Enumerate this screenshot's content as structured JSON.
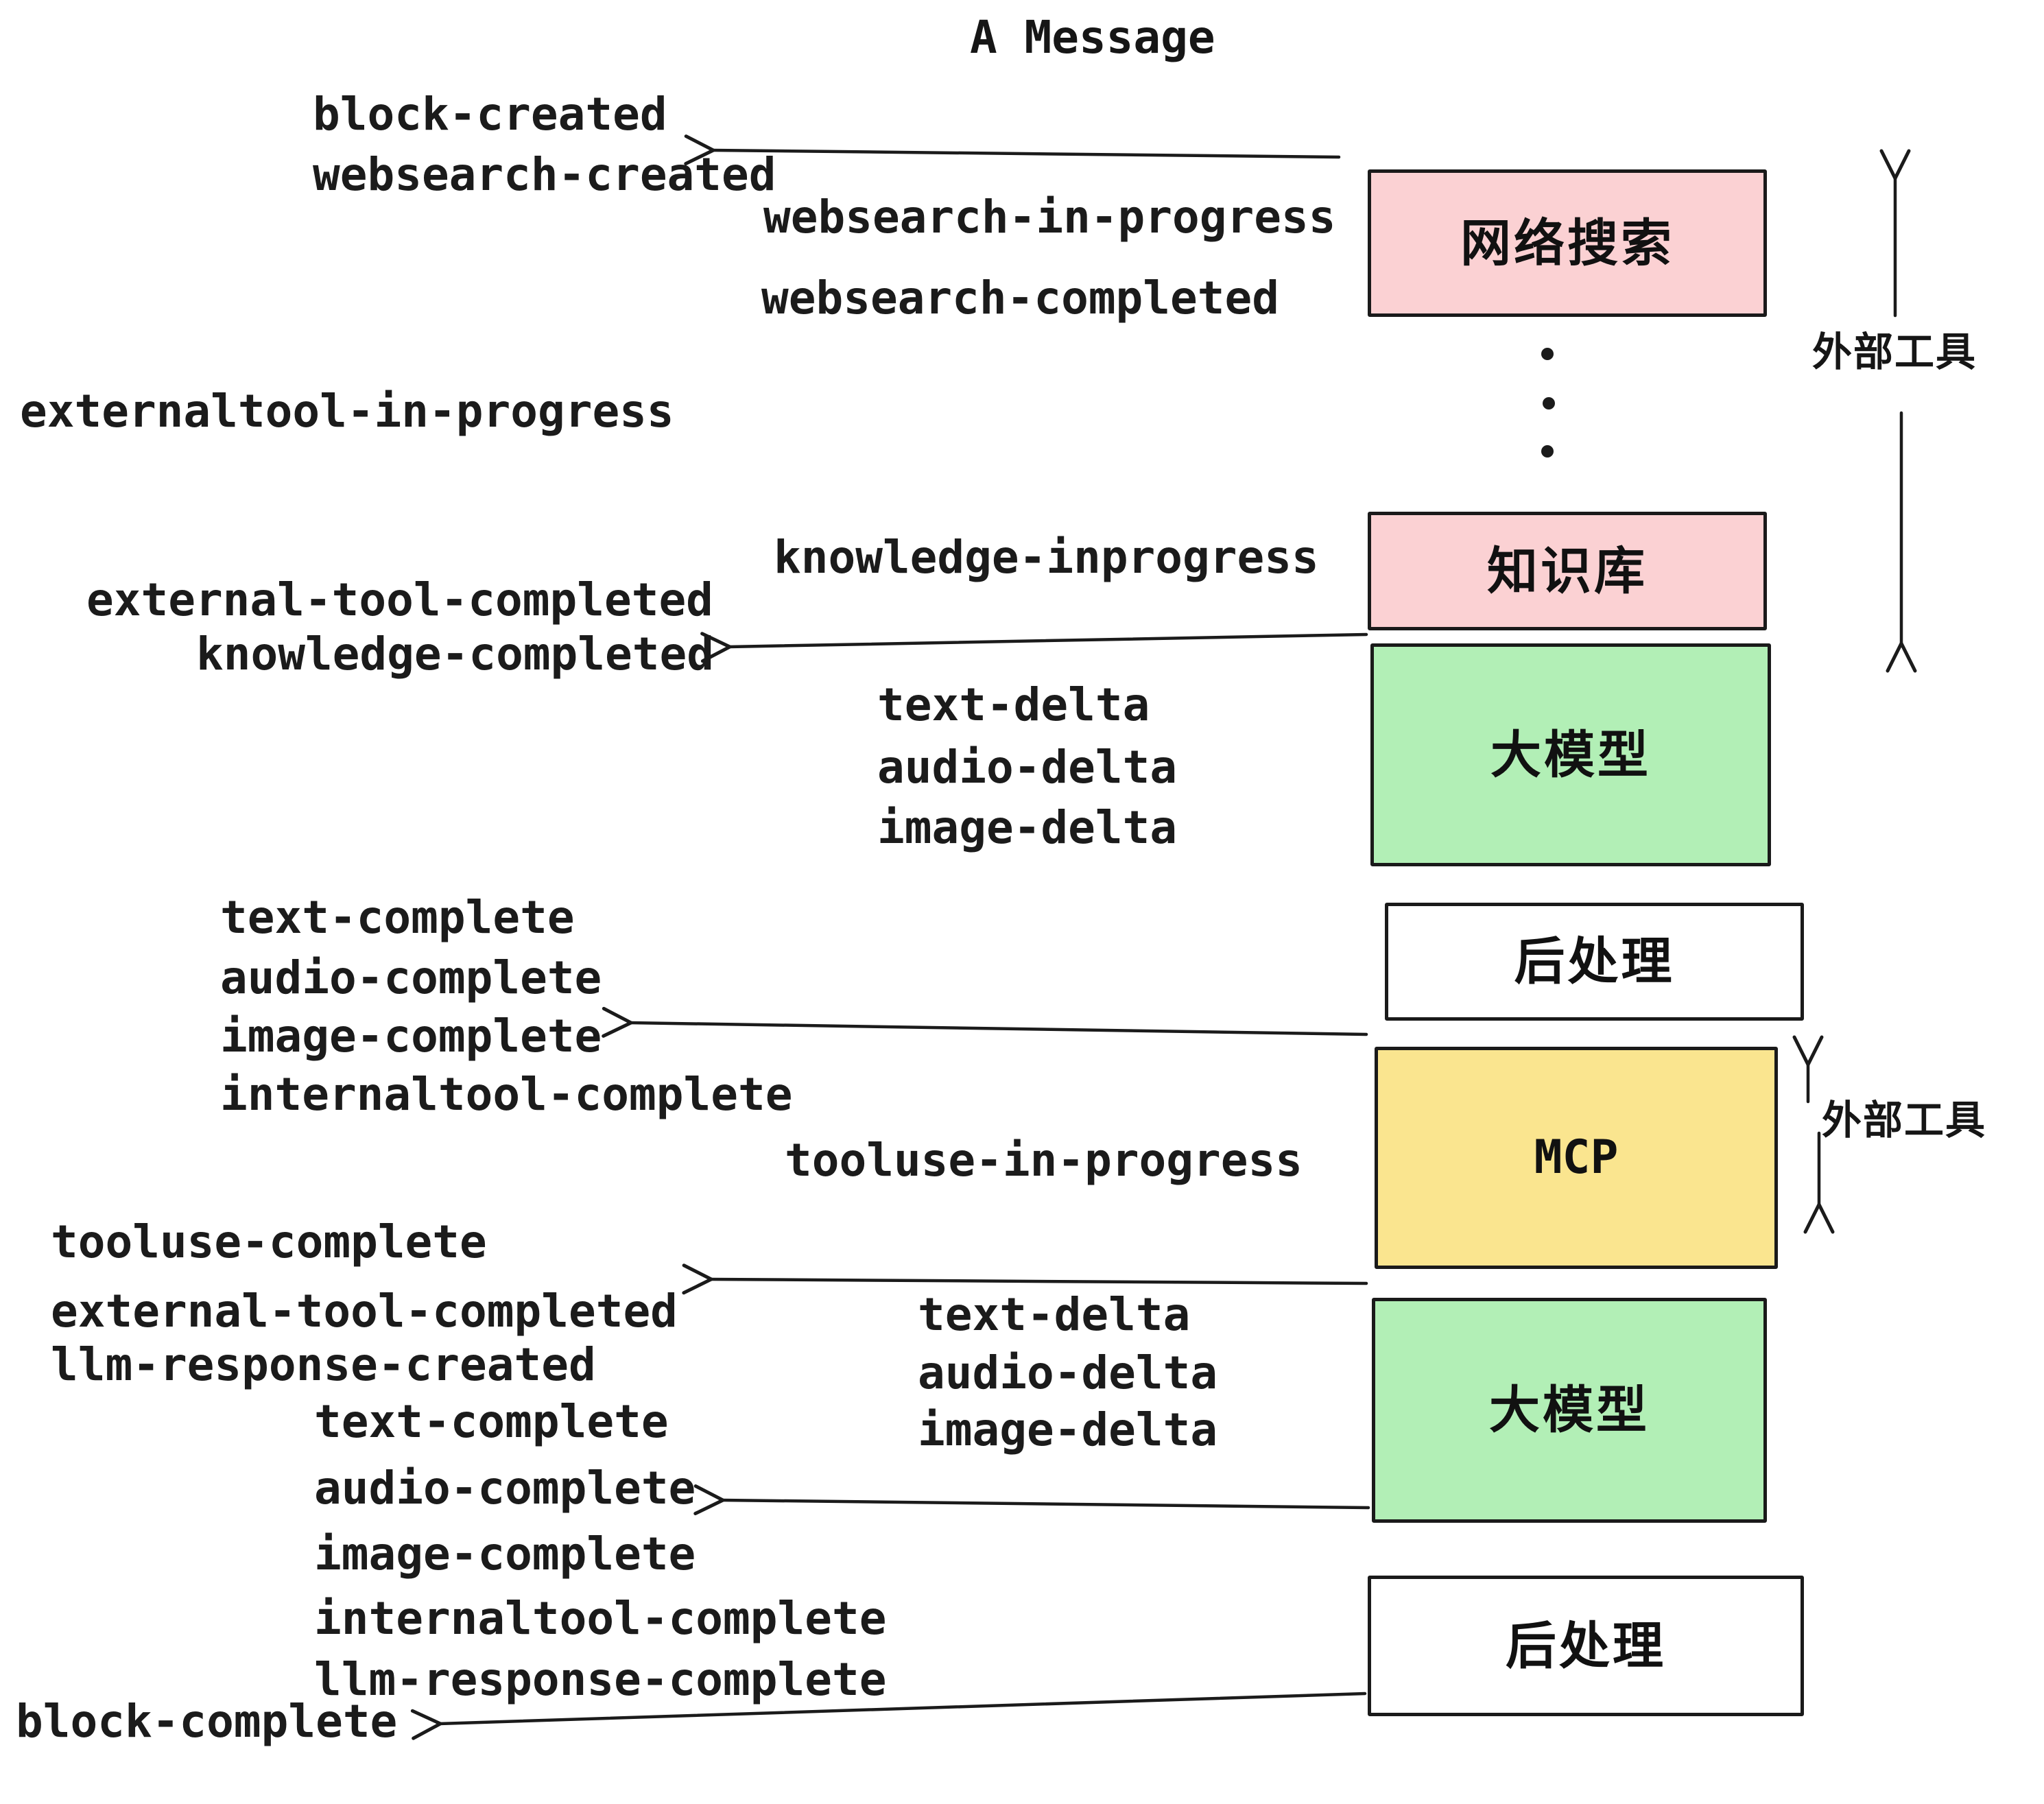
{
  "title": "A Message",
  "colors": {
    "box_pink": "#FBD1D3",
    "box_green": "#B2EFB6",
    "box_yellow": "#FAE58F",
    "box_white": "#FFFFFF",
    "line": "#1B1B1B",
    "background": "#FFFFFF"
  },
  "boxes": [
    {
      "id": "web-search",
      "label": "网络搜索"
    },
    {
      "id": "knowledge-base",
      "label": "知识库"
    },
    {
      "id": "llm-top",
      "label": "大模型"
    },
    {
      "id": "post-process-top",
      "label": "后处理"
    },
    {
      "id": "mcp",
      "label": "MCP"
    },
    {
      "id": "llm-bottom",
      "label": "大模型"
    },
    {
      "id": "post-process-bottom",
      "label": "后处理"
    }
  ],
  "events": [
    {
      "text": "block-created"
    },
    {
      "text": "websearch-created"
    },
    {
      "text": "websearch-in-progress"
    },
    {
      "text": "websearch-completed"
    },
    {
      "text": "externaltool-in-progress"
    },
    {
      "text": "knowledge-inprogress"
    },
    {
      "text": "external-tool-completed"
    },
    {
      "text": "knowledge-completed"
    },
    {
      "text": "text-delta"
    },
    {
      "text": "audio-delta"
    },
    {
      "text": "image-delta"
    },
    {
      "text": "text-complete"
    },
    {
      "text": "audio-complete"
    },
    {
      "text": "image-complete"
    },
    {
      "text": "internaltool-complete"
    },
    {
      "text": "tooluse-in-progress"
    },
    {
      "text": "tooluse-complete"
    },
    {
      "text": "external-tool-completed"
    },
    {
      "text": "llm-response-created"
    },
    {
      "text": "text-delta"
    },
    {
      "text": "audio-delta"
    },
    {
      "text": "image-delta"
    },
    {
      "text": "text-complete"
    },
    {
      "text": "audio-complete"
    },
    {
      "text": "image-complete"
    },
    {
      "text": "internaltool-complete"
    },
    {
      "text": "llm-response-complete"
    },
    {
      "text": "block-complete"
    }
  ],
  "annotations": [
    {
      "text": "外部工具"
    },
    {
      "text": "外部工具"
    }
  ],
  "ellipsis_dot_count": 3
}
